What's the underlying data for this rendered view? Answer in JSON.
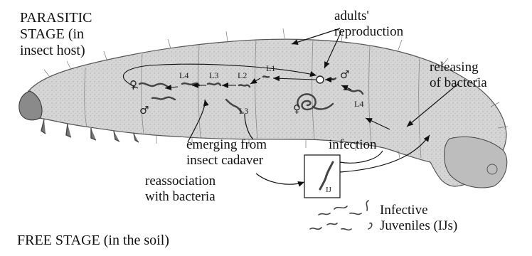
{
  "labels": {
    "parasitic_stage": "PARASITIC\nSTAGE (in\ninsect host)",
    "free_stage": "FREE STAGE (in the soil)",
    "adults_reproduction": "adults'\nreproduction",
    "releasing_bacteria": "releasing\nof bacteria",
    "emerging": "emerging from\ninsect cadaver",
    "infection": "infection",
    "reassociation": "reassociation\nwith bacteria",
    "infective_juveniles": "Infective\nJuveniles (IJs)"
  },
  "stages": {
    "l1": "L1",
    "l2": "L2",
    "l3_upper": "L3",
    "l3_lower": "L3",
    "l4_left": "L4",
    "l4_right": "L4",
    "ij": "IJ"
  },
  "symbols": {
    "female": "♀",
    "male": "♂"
  },
  "colors": {
    "larva_fill": "#d9d9d9",
    "larva_stroke": "#555555",
    "ink": "#111111"
  }
}
